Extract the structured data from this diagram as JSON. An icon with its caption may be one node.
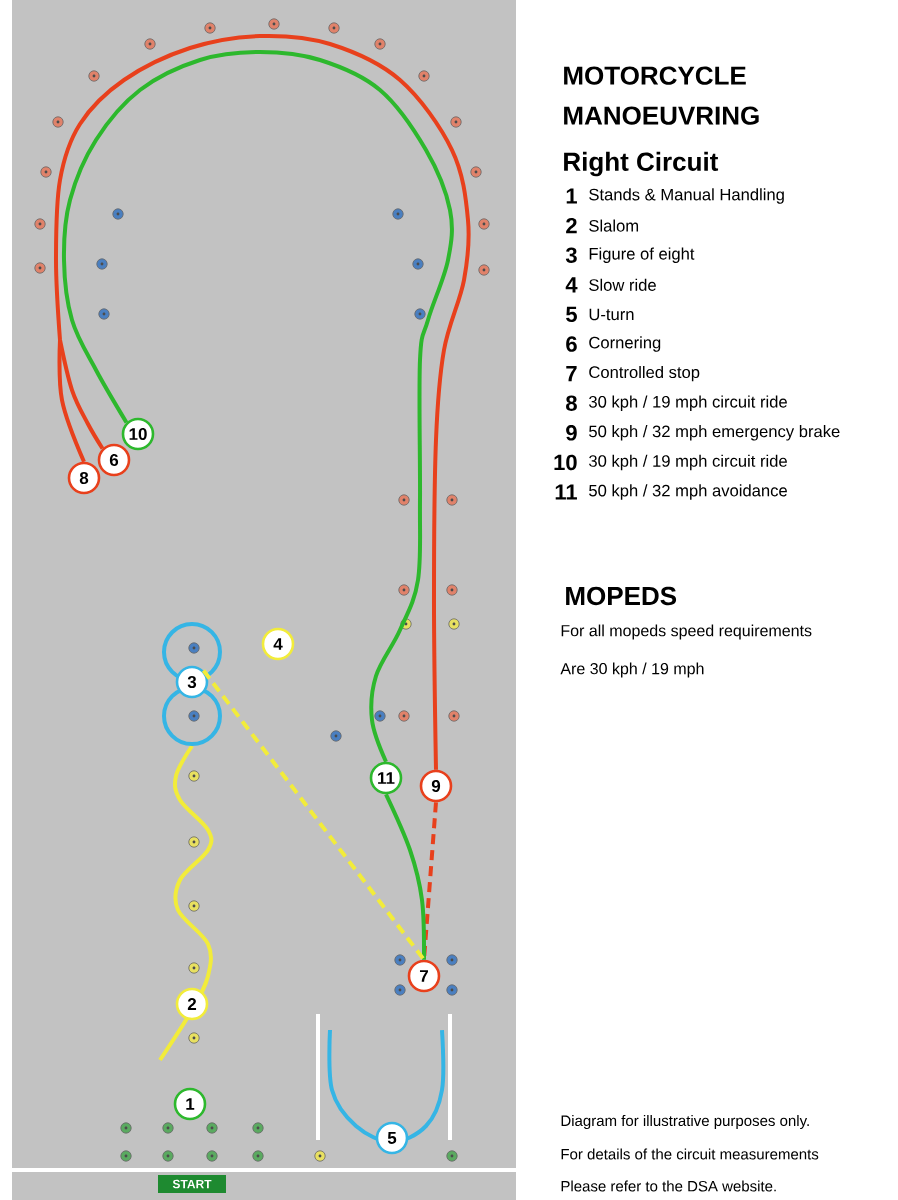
{
  "diagram": {
    "title": "MOTORCYCLE MANOEUVRING",
    "nodes": [
      {
        "text": [
          "10"
        ]
      },
      {
        "text": [
          "6"
        ]
      },
      {
        "text": [
          "8"
        ]
      },
      {
        "text": [
          "4"
        ]
      },
      {
        "text": [
          "3"
        ]
      },
      {
        "text": [
          "11"
        ]
      },
      {
        "text": [
          "9"
        ]
      },
      {
        "text": [
          "7"
        ]
      },
      {
        "text": [
          "2"
        ]
      },
      {
        "text": [
          "1"
        ]
      },
      {
        "text": [
          "5"
        ]
      },
      {
        "text": [
          "START"
        ]
      }
    ],
    "edges": [
      {
        "from": 6,
        "to": 1,
        "arrow": "none"
      },
      {
        "from": 6,
        "to": 2,
        "arrow": "none"
      },
      {
        "from": 6,
        "to": 7,
        "arrow": "none",
        "style": "dashed"
      },
      {
        "from": 5,
        "to": 0,
        "arrow": "none",
        "color": "#2db82d"
      },
      {
        "from": 5,
        "to": 7,
        "arrow": "none",
        "color": "#2db82d"
      },
      {
        "from": 4,
        "to": 7,
        "arrow": "none",
        "style": "dashed",
        "color": "#f2ec3a"
      }
    ],
    "labels": [
      "Right Circuit",
      "1",
      "Stands & Manual Handling",
      "2",
      "Slalom",
      "3",
      "Figure of eight",
      "4",
      "Slow ride",
      "5",
      "U-turn",
      "6",
      "Cornering",
      "7",
      "Controlled stop",
      "8",
      "30 kph / 19 mph circuit ride",
      "9",
      "50 kph / 32 mph emergency brake",
      "10",
      "30 kph / 19 mph circuit ride",
      "11",
      "50 kph / 32 mph avoidance",
      "MOPEDS",
      "For all mopeds speed requirements",
      "Are 30 kph / 19 mph",
      "Diagram for illustrative purposes only.",
      "For details of the circuit measurements",
      "Please refer to the DSA website."
    ]
  }
}
